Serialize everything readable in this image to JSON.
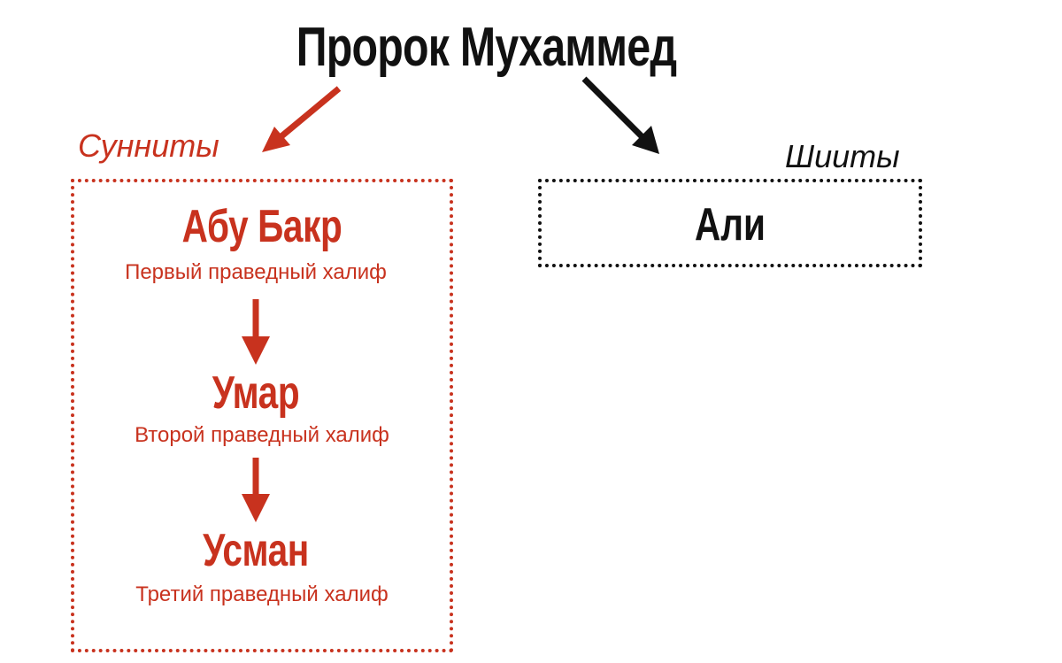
{
  "title": "Пророк Мухаммед",
  "groups": {
    "sunni": {
      "label": "Сунниты",
      "color": "#c8321e",
      "caliphs": [
        {
          "name": "Абу Бакр",
          "role": "Первый праведный халиф"
        },
        {
          "name": "Умар",
          "role": "Второй праведный халиф"
        },
        {
          "name": "Усман",
          "role": "Третий праведный халиф"
        }
      ]
    },
    "shia": {
      "label": "Шииты",
      "color": "#111111",
      "leader": {
        "name": "Али"
      }
    }
  }
}
